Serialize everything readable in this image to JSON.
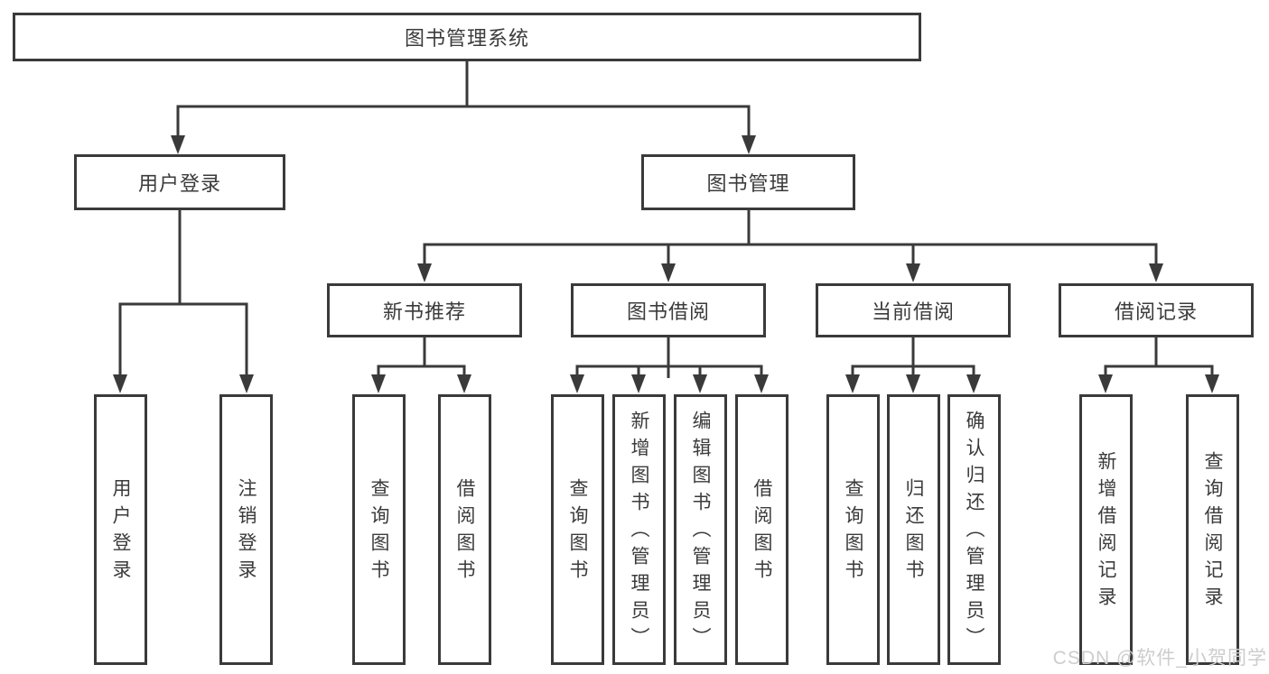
{
  "tree": {
    "root": {
      "label": "图书管理系统"
    },
    "children": [
      {
        "label": "用户登录",
        "children": [
          {
            "label": "用户登录"
          },
          {
            "label": "注销登录"
          }
        ]
      },
      {
        "label": "图书管理",
        "children": [
          {
            "label": "新书推荐",
            "children": [
              {
                "label": "查询图书"
              },
              {
                "label": "借阅图书"
              }
            ]
          },
          {
            "label": "图书借阅",
            "children": [
              {
                "label": "查询图书"
              },
              {
                "label": "新增图书（管理员）"
              },
              {
                "label": "编辑图书（管理员）"
              },
              {
                "label": "借阅图书"
              }
            ]
          },
          {
            "label": "当前借阅",
            "children": [
              {
                "label": "查询图书"
              },
              {
                "label": "归还图书"
              },
              {
                "label": "确认归还（管理员）"
              }
            ]
          },
          {
            "label": "借阅记录",
            "children": [
              {
                "label": "新增借阅记录"
              },
              {
                "label": "查询借阅记录"
              }
            ]
          }
        ]
      }
    ]
  },
  "watermark": {
    "text": "CSDN @软件_小贺同学"
  },
  "colors": {
    "line": "#3a3a3a",
    "text": "#3b3b3b",
    "background": "#ffffff",
    "watermark": "#cdcdcd"
  }
}
